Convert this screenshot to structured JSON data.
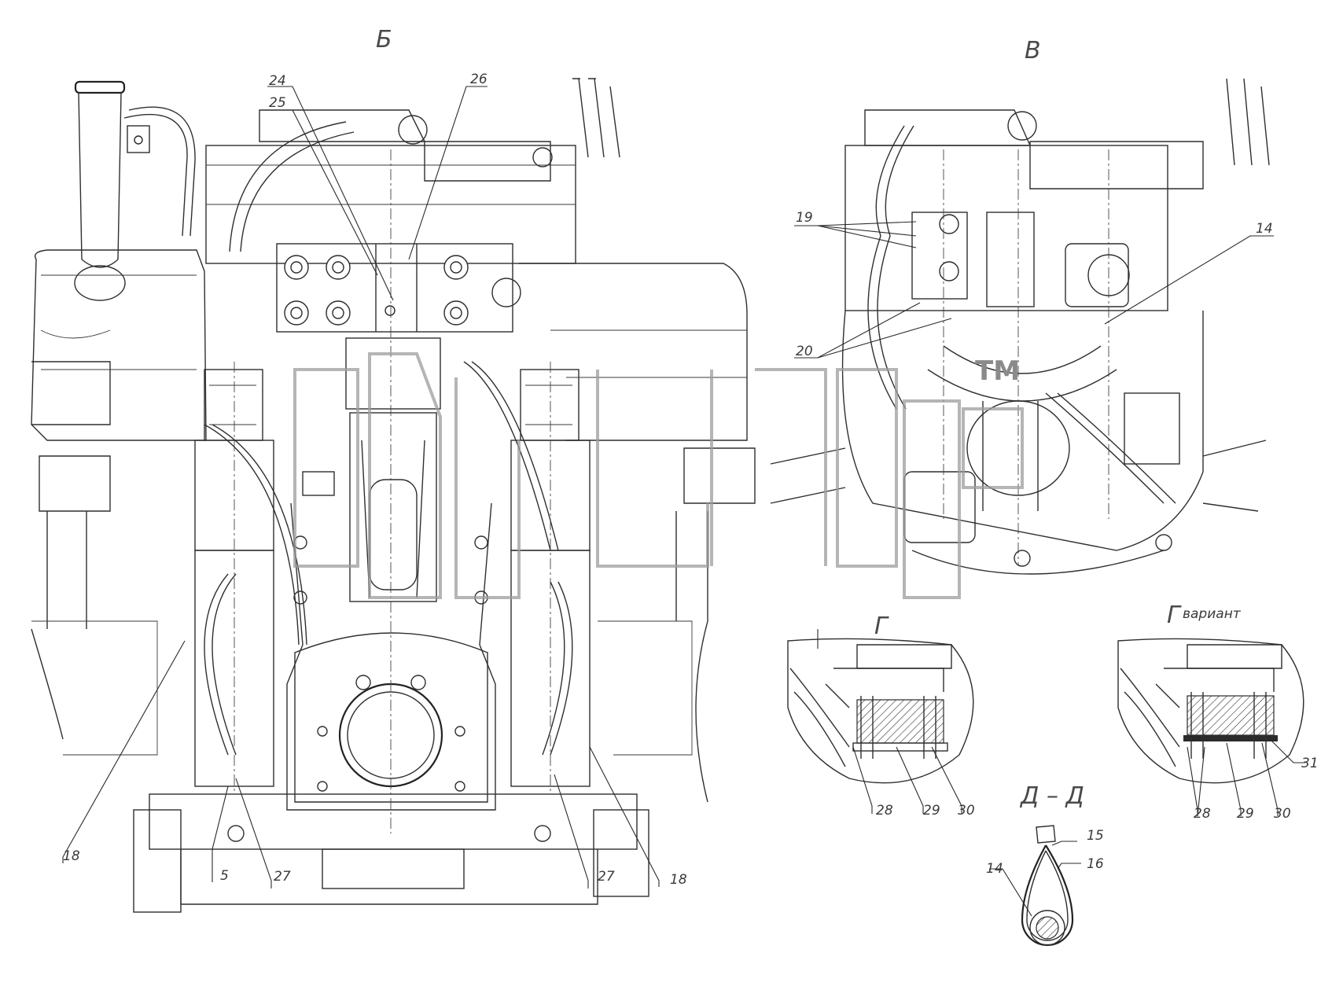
{
  "views": {
    "b": "Б",
    "v": "В",
    "g": "Г",
    "g_variant": {
      "letter": "Г",
      "word": "вариант"
    },
    "d_section": "Д – Д"
  },
  "callouts": {
    "c24": "24",
    "c25": "25",
    "c26": "26",
    "c19": "19",
    "c14_top": "14",
    "c20": "20",
    "c18_left": "18",
    "c5": "5",
    "c27_left": "27",
    "c27_right": "27",
    "c18_right": "18",
    "g_28": "28",
    "g_29": "29",
    "g_30": "30",
    "gv_28": "28",
    "gv_29": "29",
    "gv_30": "30",
    "gv_31": "31",
    "d_14": "14",
    "d_15": "15",
    "d_16": "16"
  },
  "watermark": {
    "text": "TM"
  },
  "colors": {
    "ink": "#2f2f2f",
    "watermark": "#9c9c9c",
    "paper": "#ffffff"
  }
}
